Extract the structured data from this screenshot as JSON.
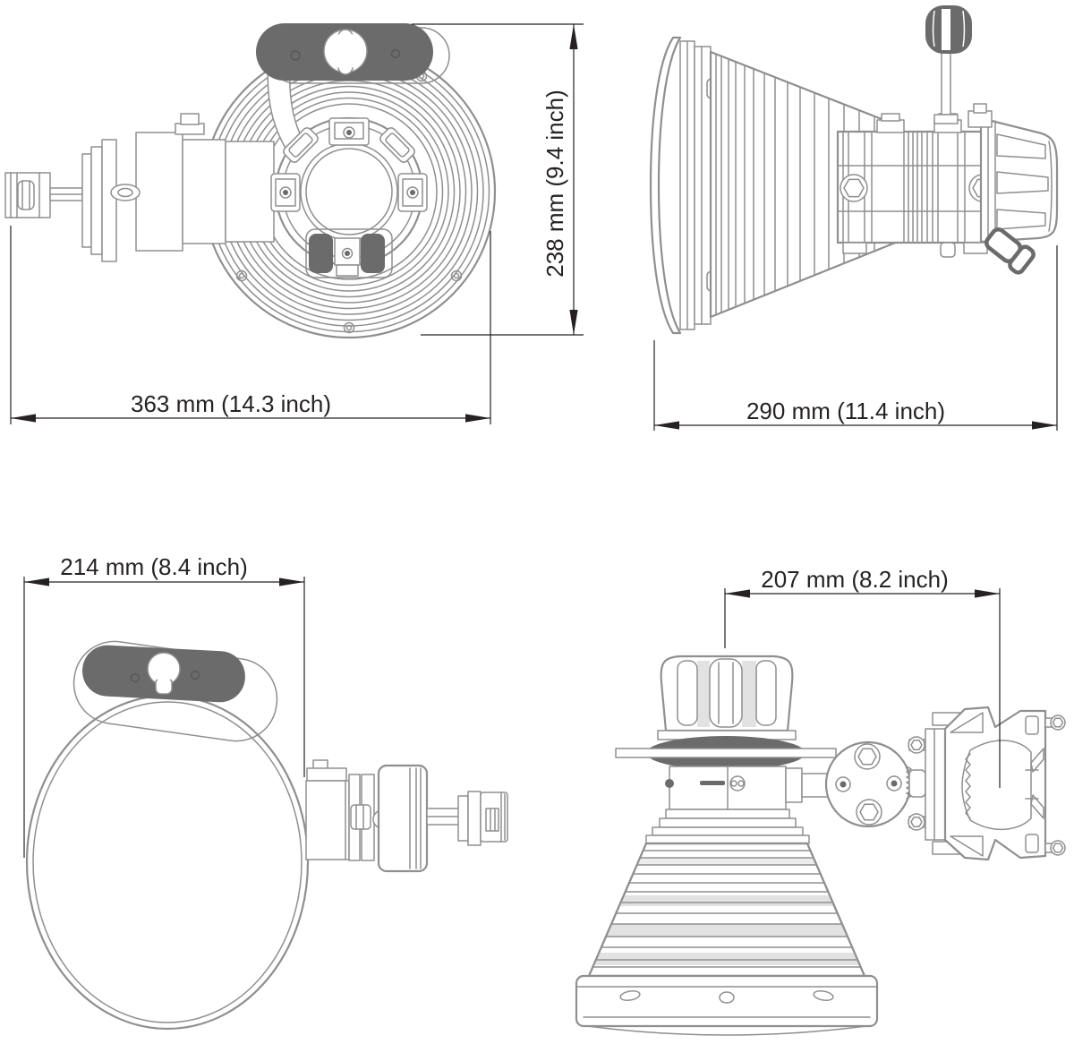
{
  "page": {
    "background": "#ffffff",
    "kind": "technical dimension drawing, four orthographic views of a searchlight"
  },
  "colors": {
    "line": "#8f8f8f",
    "dark": "#6b6b6b",
    "shade": "#e2e2e2",
    "dimension": "#262223"
  },
  "views": {
    "front": {
      "dim_width": "363 mm (14.3 inch)",
      "dim_height": "238 mm (9.4 inch)"
    },
    "side": {
      "dim_width": "290 mm (11.4 inch)"
    },
    "top": {
      "dim_width": "214 mm (8.4 inch)"
    },
    "rear": {
      "dim_width": "207 mm (8.2 inch)"
    }
  }
}
